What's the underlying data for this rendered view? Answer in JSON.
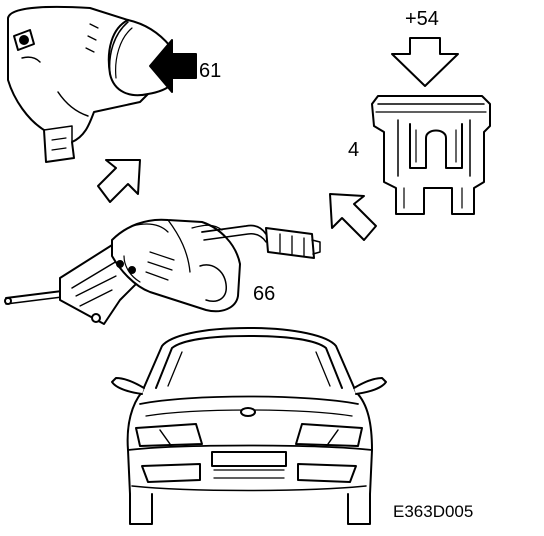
{
  "labels": {
    "switch_ref": "61",
    "fuse_voltage": "+54",
    "fuse_number": "4",
    "actuator_ref": "66",
    "figure_code": "E363D005"
  },
  "colors": {
    "line": "#000000",
    "background": "#ffffff"
  },
  "icons": {
    "push_arrow": "block-arrow-icon",
    "flow_arrows": "hollow-block-arrow-icon"
  }
}
